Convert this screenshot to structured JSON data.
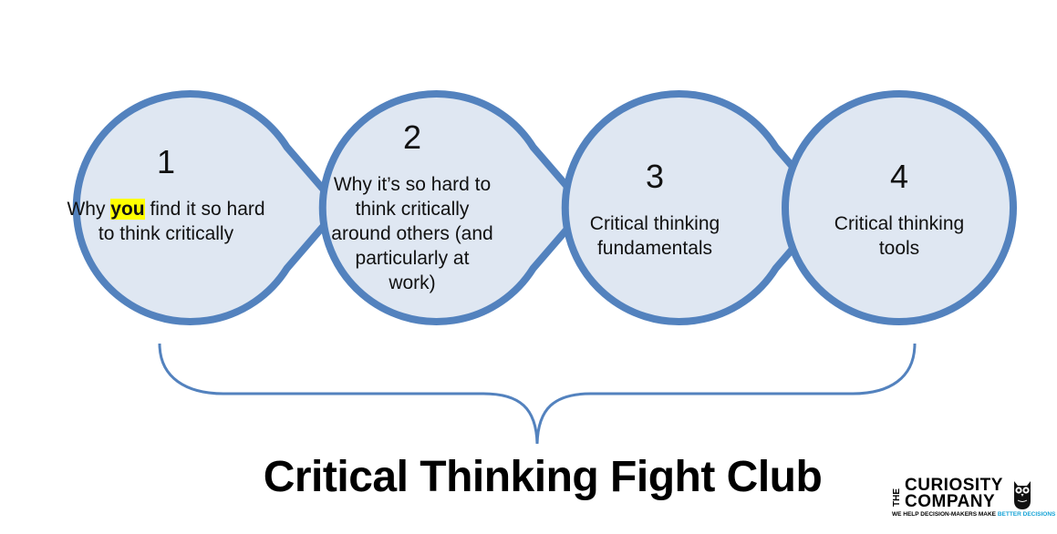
{
  "diagram": {
    "colors": {
      "ring": "#5382be",
      "fill": "#dfe7f2",
      "brace": "#5382be",
      "highlight": "#ffff00"
    },
    "steps": [
      {
        "number": "1",
        "text_before": "Why ",
        "highlight": "you",
        "text_after": " find it so hard to think critically"
      },
      {
        "number": "2",
        "text": "Why it’s so hard to think critically around others (and particularly at work)"
      },
      {
        "number": "3",
        "text": "Critical thinking fundamentals"
      },
      {
        "number": "4",
        "text": "Critical thinking tools"
      }
    ],
    "title": "Critical Thinking Fight Club"
  },
  "logo": {
    "the": "THE",
    "line1": "CURIOSITY",
    "line2": "COMPANY",
    "tagline_main": "WE HELP DECISION-MAKERS MAKE ",
    "tagline_accent": "BETTER DECISIONS",
    "icon": "owl-icon"
  }
}
